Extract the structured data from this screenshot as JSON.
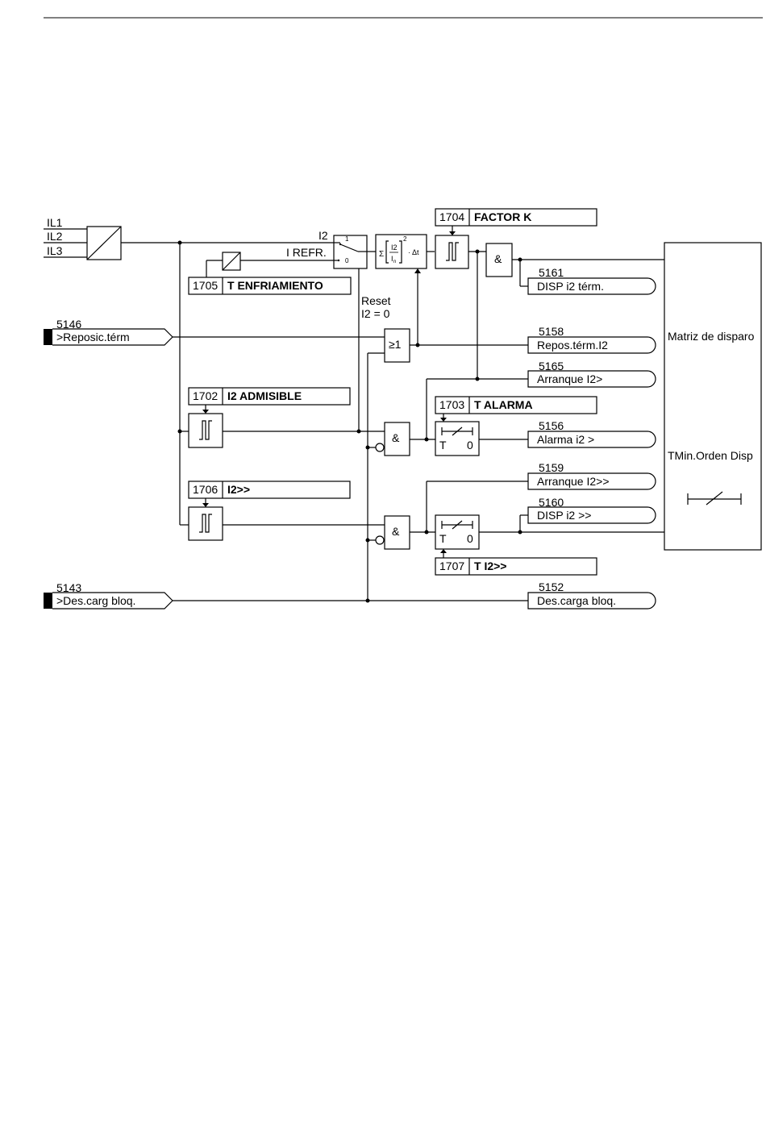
{
  "inputs": {
    "phases": [
      "IL1",
      "IL2",
      "IL3"
    ],
    "reset_in": {
      "number": "5146",
      "label": ">Reposic.térm"
    },
    "block_in": {
      "number": "5143",
      "label": ">Des.carg bloq."
    }
  },
  "params": {
    "cooling": {
      "number": "1705",
      "label": "T ENFRIAMIENTO"
    },
    "factor_k": {
      "number": "1704",
      "label": "FACTOR K"
    },
    "i2_adm": {
      "number": "1702",
      "label": "I2 ADMISIBLE"
    },
    "t_alarm": {
      "number": "1703",
      "label": "T ALARMA"
    },
    "i2_high": {
      "number": "1706",
      "label": "I2>>"
    },
    "t_i2_high": {
      "number": "1707",
      "label": "T I2>>"
    }
  },
  "switch": {
    "i2": "I2",
    "iref": "I REFR.",
    "pos1": "1",
    "pos0": "0"
  },
  "integrator": {
    "sum": "Σ",
    "num": "I2",
    "den_main": "I",
    "den_sub": "n",
    "exp": "2",
    "dt": "· Δt"
  },
  "reset_note": {
    "line1": "Reset",
    "line2": "I2 = 0"
  },
  "gates": {
    "and": "&",
    "or": "≥1"
  },
  "timer": {
    "t": "T",
    "zero": "0"
  },
  "outputs": [
    {
      "number": "5161",
      "label": "DISP i2 térm."
    },
    {
      "number": "5158",
      "label": "Repos.térm.I2"
    },
    {
      "number": "5165",
      "label": "Arranque I2>"
    },
    {
      "number": "5156",
      "label": "Alarma i2 >"
    },
    {
      "number": "5159",
      "label": "Arranque I2>>"
    },
    {
      "number": "5160",
      "label": "DISP i2 >>"
    },
    {
      "number": "5152",
      "label": "Des.carga bloq."
    }
  ],
  "matrix": {
    "title": "Matriz de disparo",
    "tmin": "TMin.Orden Disp"
  }
}
